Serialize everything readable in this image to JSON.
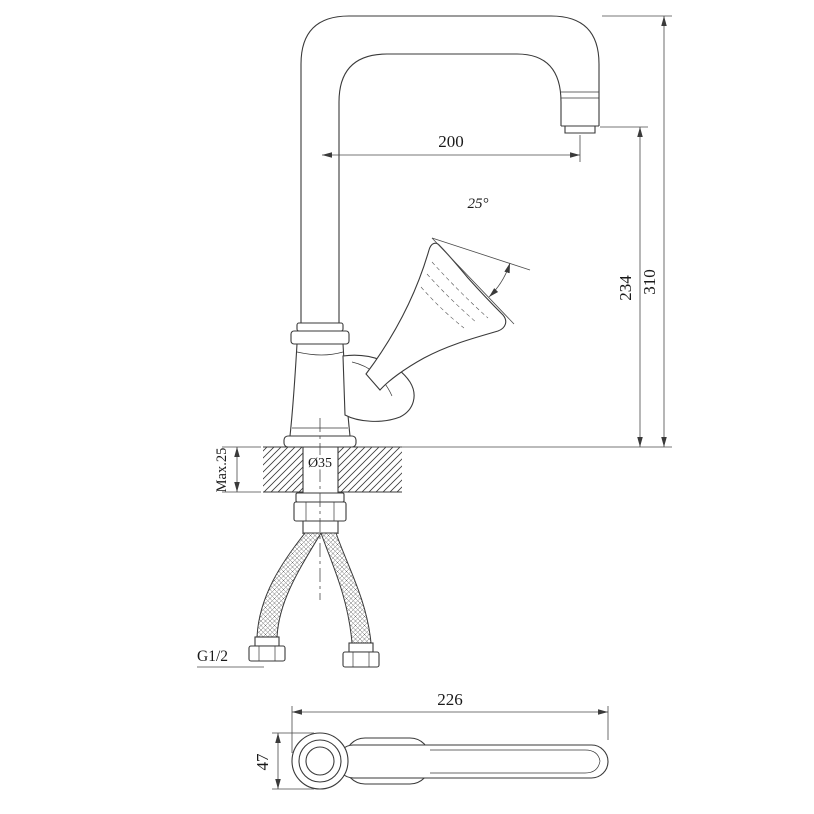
{
  "colors": {
    "background": "#ffffff",
    "line": "#3a3a3a",
    "text": "#1a1a1a"
  },
  "front_view": {
    "spout_reach": "200",
    "handle_angle": "25°",
    "outlet_height": "234",
    "overall_height": "310",
    "max_counter_thickness": "Max.25",
    "hole_diameter": "Ø35",
    "thread_label": "G1/2"
  },
  "top_view": {
    "length": "226",
    "width": "47"
  }
}
